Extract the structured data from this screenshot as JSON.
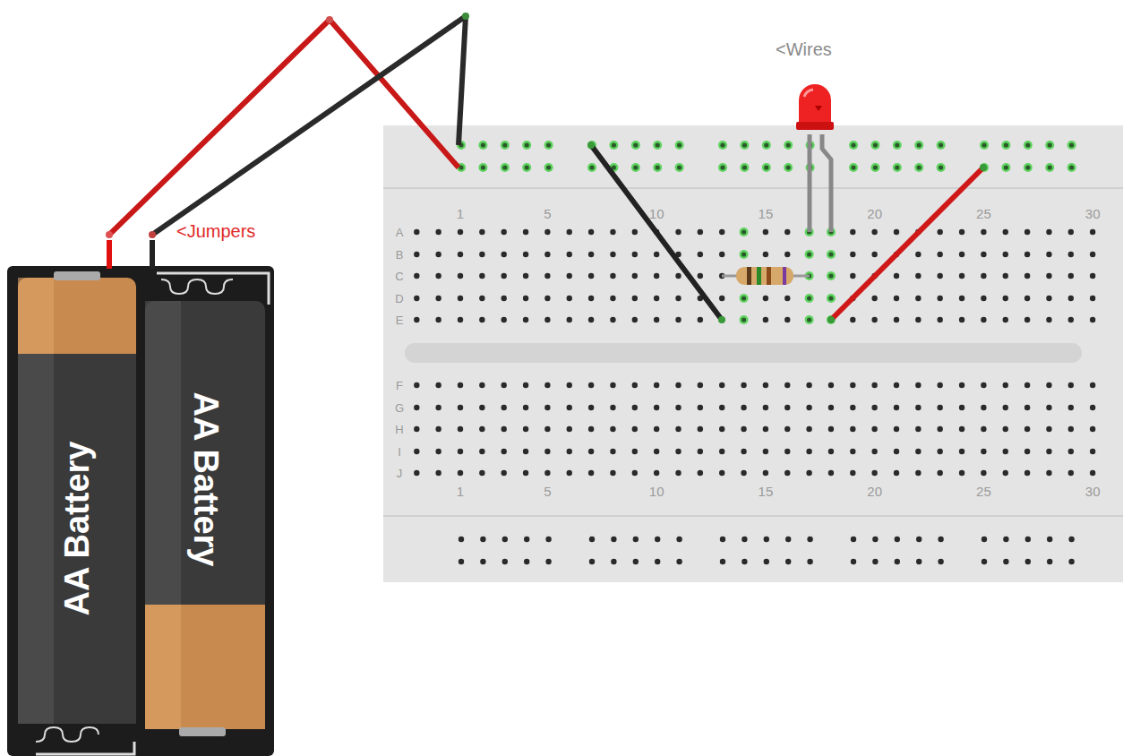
{
  "diagram": {
    "labels": [
      "<Wires",
      "<Jumpers",
      "AA Battery",
      "AA Battery",
      "A",
      "B",
      "C",
      "D",
      "E",
      "F",
      "G",
      "H",
      "I",
      "J",
      "1",
      "5",
      "10",
      "15",
      "20",
      "25",
      "30",
      "1",
      "5",
      "10",
      "15",
      "20",
      "25",
      "30"
    ]
  }
}
